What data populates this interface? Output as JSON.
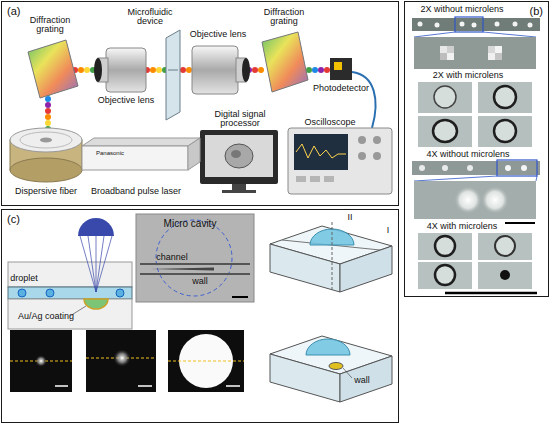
{
  "diagram": {
    "nodes": [
      {
        "text": [
          "(a)"
        ]
      },
      {
        "text": [
          "(b)"
        ]
      },
      {
        "text": [
          "(c)"
        ]
      }
    ],
    "labels": [
      "Diffraction grating",
      "Microfluidic device",
      "Objective lens",
      "Diffraction grating",
      "Photodetector",
      "Objective lens",
      "Digital signal processor",
      "Oscilloscope",
      "Panasonic",
      "Dispersive fiber",
      "Broadband pulse laser",
      "2X without microlens",
      "2X with microlens",
      "4X without microlens",
      "4X with microlens",
      "droplet",
      "Au/Ag coating",
      "Micro cavity",
      "channel",
      "wall",
      "II",
      "I",
      "wall"
    ]
  }
}
